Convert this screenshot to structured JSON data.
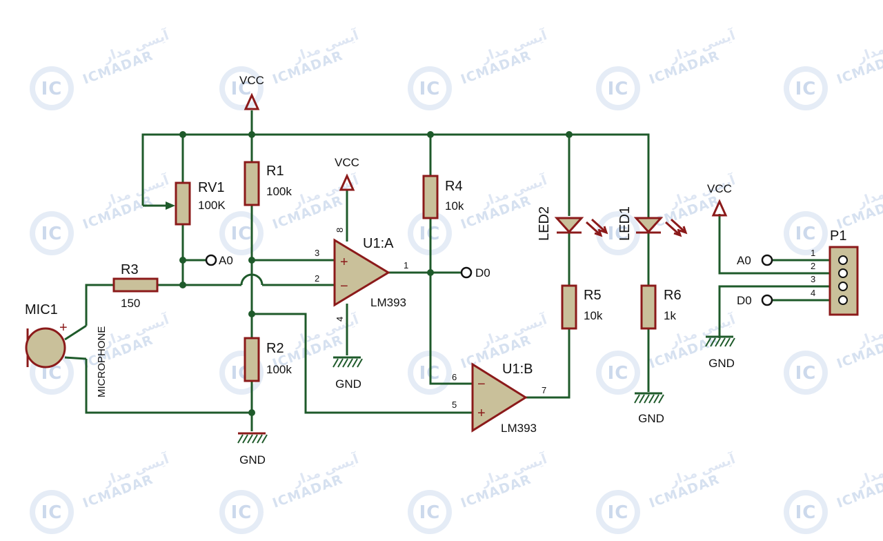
{
  "watermark": {
    "brand_latin": "ICMADAR",
    "brand_persian": "آیسی مدار",
    "logo_text": "IC"
  },
  "labels": {
    "vcc": "VCC",
    "gnd": "GND",
    "a0": "A0",
    "d0": "D0",
    "microphone": "MICROPHONE",
    "plus": "+",
    "minus": "−"
  },
  "components": {
    "mic1": {
      "ref": "MIC1"
    },
    "rv1": {
      "ref": "RV1",
      "value": "100K"
    },
    "r1": {
      "ref": "R1",
      "value": "100k"
    },
    "r2": {
      "ref": "R2",
      "value": "100k"
    },
    "r3": {
      "ref": "R3",
      "value": "150"
    },
    "r4": {
      "ref": "R4",
      "value": "10k"
    },
    "r5": {
      "ref": "R5",
      "value": "10k"
    },
    "r6": {
      "ref": "R6",
      "value": "1k"
    },
    "u1a": {
      "ref": "U1:A",
      "part": "LM393",
      "pins": {
        "in_plus": "3",
        "in_minus": "2",
        "out": "1",
        "vcc": "8",
        "gnd": "4"
      }
    },
    "u1b": {
      "ref": "U1:B",
      "part": "LM393",
      "pins": {
        "in_minus": "6",
        "in_plus": "5",
        "out": "7"
      }
    },
    "led1": {
      "ref": "LED1"
    },
    "led2": {
      "ref": "LED2"
    },
    "p1": {
      "ref": "P1",
      "pins": [
        "1",
        "2",
        "3",
        "4"
      ]
    }
  },
  "colors": {
    "wire": "#1e5a2a",
    "device": "#8b1a1a",
    "fill": "#c9c09a",
    "watermark": "#c9d7ec"
  }
}
